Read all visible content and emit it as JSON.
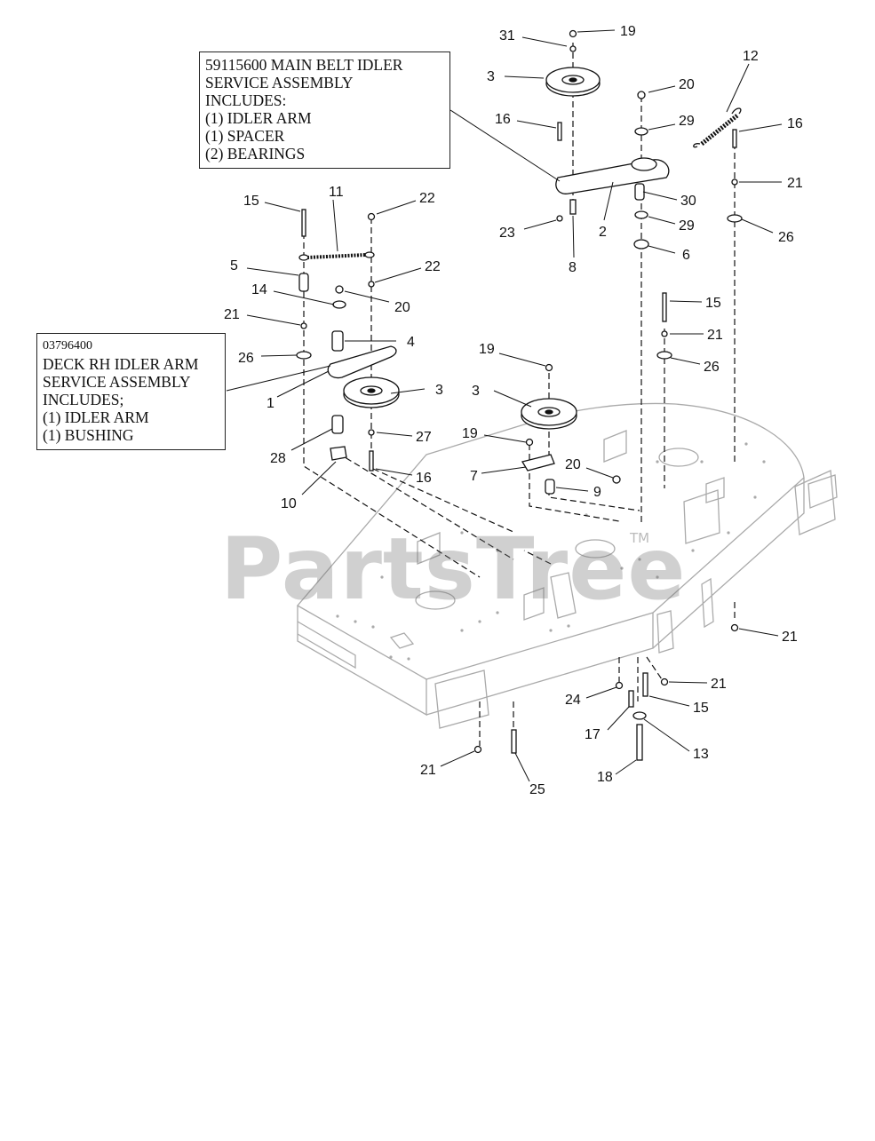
{
  "watermark": {
    "text": "PartsTree",
    "tm": "TM"
  },
  "assemblies": {
    "main_idler": {
      "lines": [
        "59115600 MAIN BELT IDLER",
        "SERVICE ASSEMBLY",
        "INCLUDES:",
        "(1) IDLER ARM",
        "(1) SPACER",
        "(2) BEARINGS"
      ]
    },
    "rh_idler": {
      "part_number": "03796400",
      "lines": [
        "DECK RH IDLER ARM",
        "SERVICE ASSEMBLY",
        "INCLUDES;",
        "(1) IDLER ARM",
        "(1)  BUSHING"
      ]
    }
  },
  "callouts": [
    "31",
    "19",
    "3",
    "16",
    "20",
    "29",
    "12",
    "16",
    "21",
    "30",
    "2",
    "29",
    "23",
    "8",
    "26",
    "6",
    "15",
    "11",
    "22",
    "5",
    "22",
    "14",
    "20",
    "21",
    "4",
    "26",
    "1",
    "3",
    "28",
    "27",
    "16",
    "10",
    "19",
    "3",
    "19",
    "7",
    "20",
    "9",
    "15",
    "21",
    "26",
    "21",
    "21",
    "24",
    "15",
    "17",
    "13",
    "18",
    "21",
    "25"
  ]
}
